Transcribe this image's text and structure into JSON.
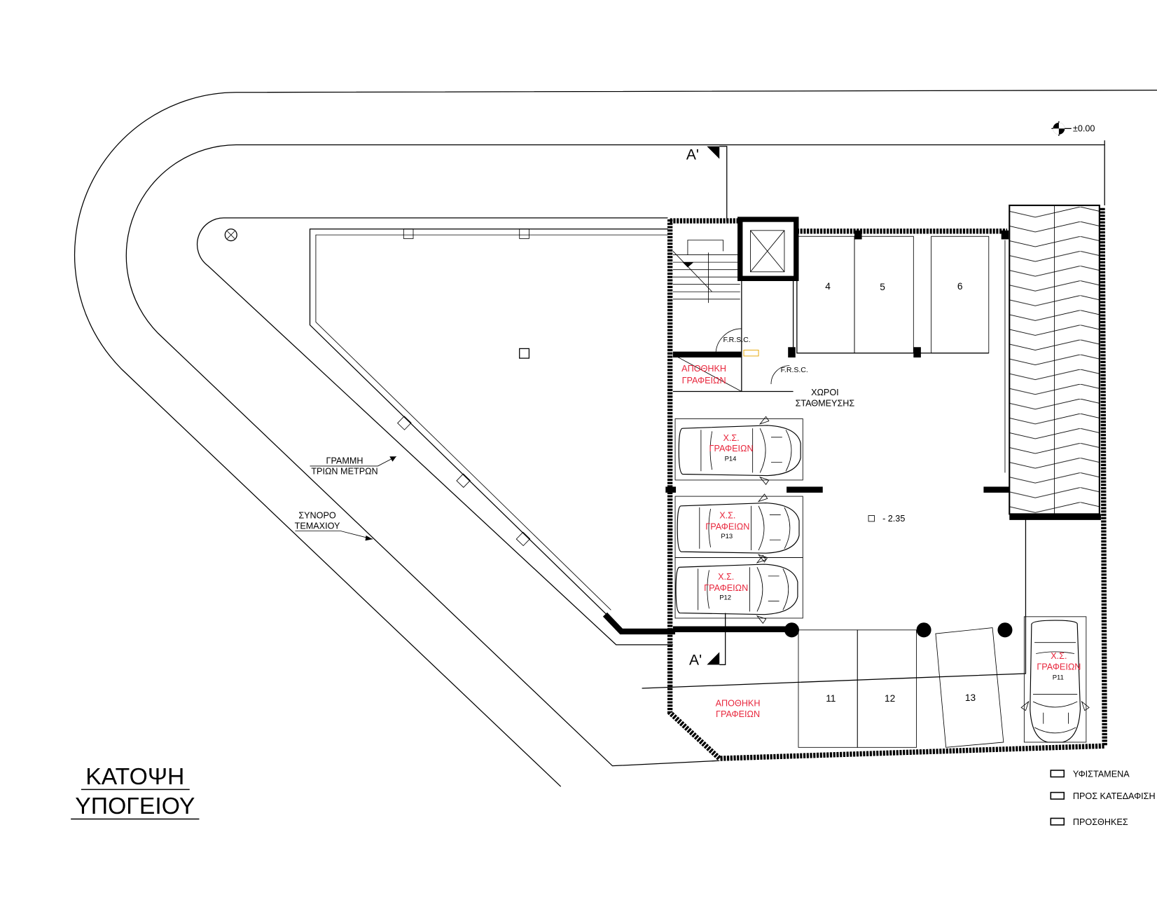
{
  "title": {
    "line1": "ΚΑΤΟΨΗ",
    "line2": "ΥΠΟΓΕΙΟΥ"
  },
  "level_marker": "±0.00",
  "floor_level": "- 2.35",
  "section_marks": [
    "A'",
    "A'"
  ],
  "annotations": {
    "three_meter_line": [
      "ΓΡΑΜΜΗ",
      "ΤΡΙΩΝ ΜΕΤΡΩΝ"
    ],
    "plot_boundary": [
      "ΣΥΝΟΡΟ",
      "ΤΕΜΑΧΙΟΥ"
    ],
    "parking_area": [
      "ΧΩΡΟΙ",
      "ΣΤΑΘΜΕΥΣΗΣ"
    ],
    "frsc_1": "F.R.S.C.",
    "frsc_2": "F.R.S.C."
  },
  "storage_rooms": [
    {
      "line1": "ΑΠΟΘΗΚΗ",
      "line2": "ΓΡΑΦΕΙΩΝ"
    },
    {
      "line1": "ΑΠΟΘΗΚΗ",
      "line2": "ΓΡΑΦΕΙΩΝ"
    }
  ],
  "parking_spaces": [
    "4",
    "5",
    "6",
    "11",
    "12",
    "13"
  ],
  "reserved_spaces": [
    {
      "line1": "Χ.Σ.",
      "line2": "ΓΡΑΦΕΙΩΝ",
      "id": "P14"
    },
    {
      "line1": "Χ.Σ.",
      "line2": "ΓΡΑΦΕΙΩΝ",
      "id": "P13"
    },
    {
      "line1": "Χ.Σ.",
      "line2": "ΓΡΑΦΕΙΩΝ",
      "id": "P12"
    },
    {
      "line1": "Χ.Σ.",
      "line2": "ΓΡΑΦΕΙΩΝ",
      "id": "P11"
    }
  ],
  "legend": [
    "ΥΦΙΣΤΑΜΕΝΑ",
    "ΠΡΟΣ ΚΑΤΕΔΑΦΙΣΗ",
    "ΠΡΟΣΘΗΚΕΣ"
  ],
  "colors": {
    "annotation_red": "#e8263c",
    "line": "#000000"
  }
}
